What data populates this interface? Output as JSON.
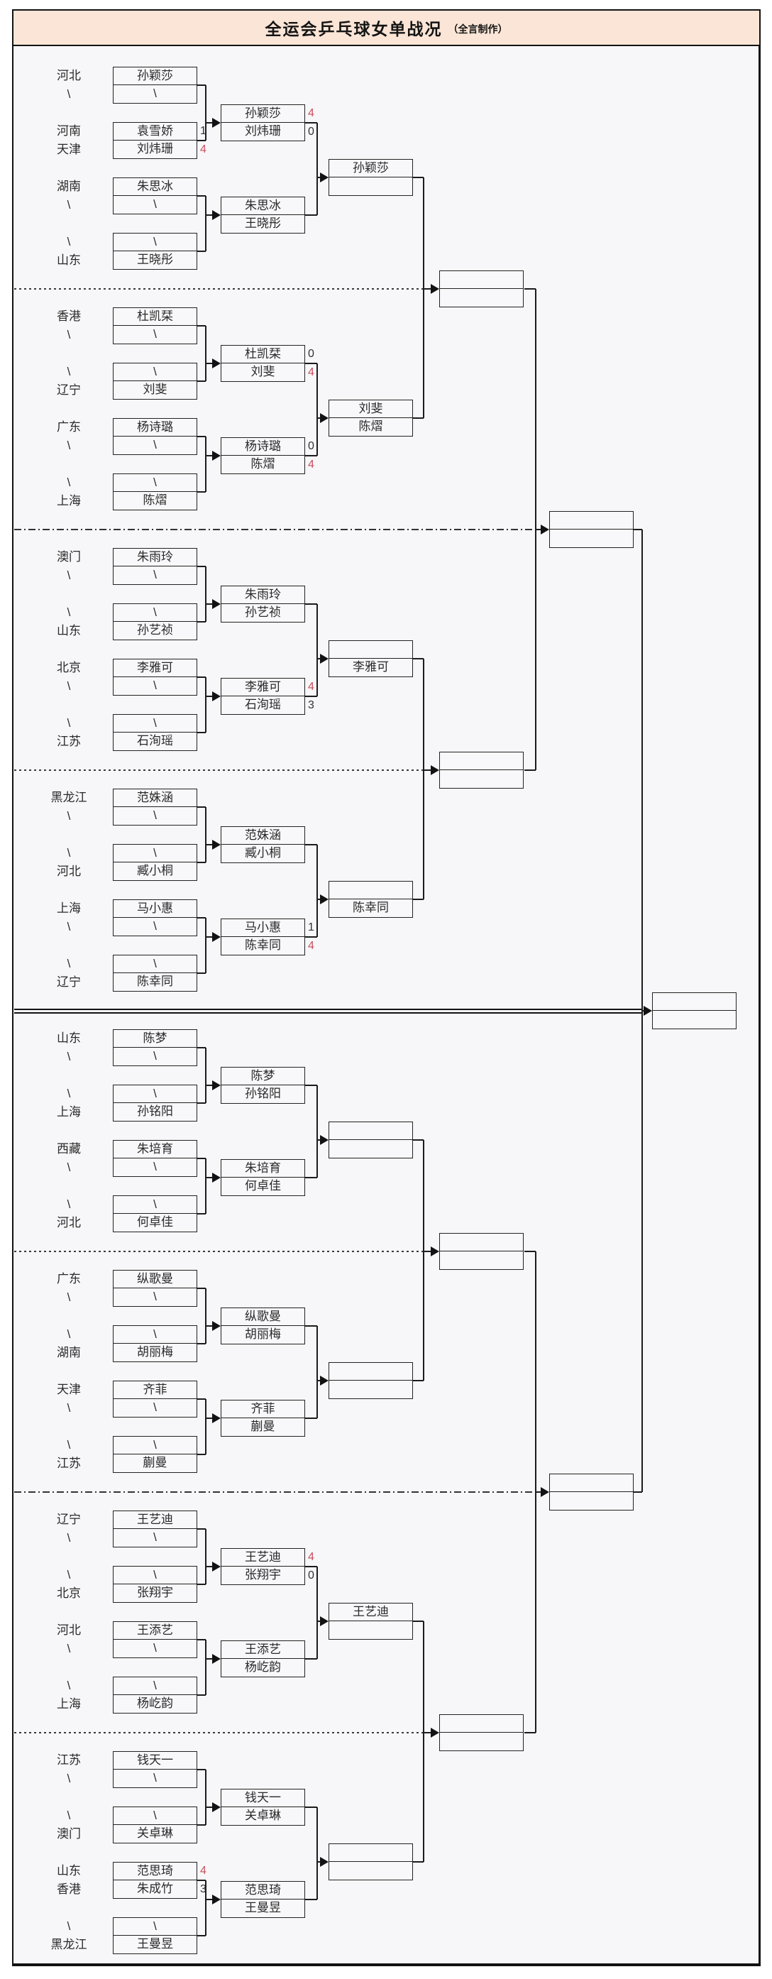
{
  "title": {
    "main": "全运会乒乓球女单战况",
    "credit": "（全言制作）"
  },
  "colors": {
    "page_background": "#ffffff",
    "chart_background": "#f7f6f8",
    "title_background": "#fbe5d6",
    "line": "#1c1c1c",
    "text": "#2a2a2a",
    "score_winner": "#c94f5d",
    "score_normal": "#333333"
  },
  "bracket": {
    "sections": [
      {
        "pairs": [
          {
            "labels": [
              "河北",
              "\\"
            ],
            "players": [
              "孙颖莎",
              "\\"
            ],
            "scores": [
              "",
              ""
            ],
            "win": -1
          },
          {
            "labels": [
              "河南",
              "天津"
            ],
            "players": [
              "袁雪娇",
              "刘炜珊"
            ],
            "scores": [
              "1",
              "4"
            ],
            "win": 1
          },
          {
            "labels": [
              "湖南",
              "\\"
            ],
            "players": [
              "朱思冰",
              "\\"
            ],
            "scores": [
              "",
              ""
            ],
            "win": -1
          },
          {
            "labels": [
              "\\",
              "山东"
            ],
            "players": [
              "\\",
              "王晓彤"
            ],
            "scores": [
              "",
              ""
            ],
            "win": -1
          }
        ],
        "round2": [
          {
            "players": [
              "孙颖莎",
              "刘炜珊"
            ],
            "scores": [
              "4",
              "0"
            ],
            "win": 0
          },
          {
            "players": [
              "朱思冰",
              "王晓彤"
            ],
            "scores": [
              "",
              ""
            ],
            "win": -1
          }
        ],
        "round3": {
          "players": [
            "孙颖莎",
            ""
          ]
        }
      },
      {
        "pairs": [
          {
            "labels": [
              "香港",
              "\\"
            ],
            "players": [
              "杜凯栞",
              "\\"
            ],
            "scores": [
              "",
              ""
            ],
            "win": -1
          },
          {
            "labels": [
              "\\",
              "辽宁"
            ],
            "players": [
              "\\",
              "刘斐"
            ],
            "scores": [
              "",
              ""
            ],
            "win": -1
          },
          {
            "labels": [
              "广东",
              "\\"
            ],
            "players": [
              "杨诗璐",
              "\\"
            ],
            "scores": [
              "",
              ""
            ],
            "win": -1
          },
          {
            "labels": [
              "\\",
              "上海"
            ],
            "players": [
              "\\",
              "陈熠"
            ],
            "scores": [
              "",
              ""
            ],
            "win": -1
          }
        ],
        "round2": [
          {
            "players": [
              "杜凯栞",
              "刘斐"
            ],
            "scores": [
              "0",
              "4"
            ],
            "win": 1
          },
          {
            "players": [
              "杨诗璐",
              "陈熠"
            ],
            "scores": [
              "0",
              "4"
            ],
            "win": 1
          }
        ],
        "round3": {
          "players": [
            "刘斐",
            "陈熠"
          ]
        }
      },
      {
        "pairs": [
          {
            "labels": [
              "澳门",
              "\\"
            ],
            "players": [
              "朱雨玲",
              "\\"
            ],
            "scores": [
              "",
              ""
            ],
            "win": -1
          },
          {
            "labels": [
              "\\",
              "山东"
            ],
            "players": [
              "\\",
              "孙艺祯"
            ],
            "scores": [
              "",
              ""
            ],
            "win": -1
          },
          {
            "labels": [
              "北京",
              "\\"
            ],
            "players": [
              "李雅可",
              "\\"
            ],
            "scores": [
              "",
              ""
            ],
            "win": -1
          },
          {
            "labels": [
              "\\",
              "江苏"
            ],
            "players": [
              "\\",
              "石洵瑶"
            ],
            "scores": [
              "",
              ""
            ],
            "win": -1
          }
        ],
        "round2": [
          {
            "players": [
              "朱雨玲",
              "孙艺祯"
            ],
            "scores": [
              "",
              ""
            ],
            "win": -1
          },
          {
            "players": [
              "李雅可",
              "石洵瑶"
            ],
            "scores": [
              "4",
              "3"
            ],
            "win": 0
          }
        ],
        "round3": {
          "players": [
            "",
            "李雅可"
          ]
        }
      },
      {
        "pairs": [
          {
            "labels": [
              "黑龙江",
              "\\"
            ],
            "players": [
              "范姝涵",
              "\\"
            ],
            "scores": [
              "",
              ""
            ],
            "win": -1
          },
          {
            "labels": [
              "\\",
              "河北"
            ],
            "players": [
              "\\",
              "臧小桐"
            ],
            "scores": [
              "",
              ""
            ],
            "win": -1
          },
          {
            "labels": [
              "上海",
              "\\"
            ],
            "players": [
              "马小惠",
              "\\"
            ],
            "scores": [
              "",
              ""
            ],
            "win": -1
          },
          {
            "labels": [
              "\\",
              "辽宁"
            ],
            "players": [
              "\\",
              "陈幸同"
            ],
            "scores": [
              "",
              ""
            ],
            "win": -1
          }
        ],
        "round2": [
          {
            "players": [
              "范姝涵",
              "臧小桐"
            ],
            "scores": [
              "",
              ""
            ],
            "win": -1
          },
          {
            "players": [
              "马小惠",
              "陈幸同"
            ],
            "scores": [
              "1",
              "4"
            ],
            "win": 1
          }
        ],
        "round3": {
          "players": [
            "",
            "陈幸同"
          ]
        }
      },
      {
        "pairs": [
          {
            "labels": [
              "山东",
              "\\"
            ],
            "players": [
              "陈梦",
              "\\"
            ],
            "scores": [
              "",
              ""
            ],
            "win": -1
          },
          {
            "labels": [
              "\\",
              "上海"
            ],
            "players": [
              "\\",
              "孙铭阳"
            ],
            "scores": [
              "",
              ""
            ],
            "win": -1
          },
          {
            "labels": [
              "西藏",
              "\\"
            ],
            "players": [
              "朱培育",
              "\\"
            ],
            "scores": [
              "",
              ""
            ],
            "win": -1
          },
          {
            "labels": [
              "\\",
              "河北"
            ],
            "players": [
              "\\",
              "何卓佳"
            ],
            "scores": [
              "",
              ""
            ],
            "win": -1
          }
        ],
        "round2": [
          {
            "players": [
              "陈梦",
              "孙铭阳"
            ],
            "scores": [
              "",
              ""
            ],
            "win": -1
          },
          {
            "players": [
              "朱培育",
              "何卓佳"
            ],
            "scores": [
              "",
              ""
            ],
            "win": -1
          }
        ],
        "round3": {
          "players": [
            "",
            ""
          ]
        }
      },
      {
        "pairs": [
          {
            "labels": [
              "广东",
              "\\"
            ],
            "players": [
              "纵歌曼",
              "\\"
            ],
            "scores": [
              "",
              ""
            ],
            "win": -1
          },
          {
            "labels": [
              "\\",
              "湖南"
            ],
            "players": [
              "\\",
              "胡丽梅"
            ],
            "scores": [
              "",
              ""
            ],
            "win": -1
          },
          {
            "labels": [
              "天津",
              "\\"
            ],
            "players": [
              "齐菲",
              "\\"
            ],
            "scores": [
              "",
              ""
            ],
            "win": -1
          },
          {
            "labels": [
              "\\",
              "江苏"
            ],
            "players": [
              "\\",
              "蒯曼"
            ],
            "scores": [
              "",
              ""
            ],
            "win": -1
          }
        ],
        "round2": [
          {
            "players": [
              "纵歌曼",
              "胡丽梅"
            ],
            "scores": [
              "",
              ""
            ],
            "win": -1
          },
          {
            "players": [
              "齐菲",
              "蒯曼"
            ],
            "scores": [
              "",
              ""
            ],
            "win": -1
          }
        ],
        "round3": {
          "players": [
            "",
            ""
          ]
        }
      },
      {
        "pairs": [
          {
            "labels": [
              "辽宁",
              "\\"
            ],
            "players": [
              "王艺迪",
              "\\"
            ],
            "scores": [
              "",
              ""
            ],
            "win": -1
          },
          {
            "labels": [
              "\\",
              "北京"
            ],
            "players": [
              "\\",
              "张翔宇"
            ],
            "scores": [
              "",
              ""
            ],
            "win": -1
          },
          {
            "labels": [
              "河北",
              "\\"
            ],
            "players": [
              "王添艺",
              "\\"
            ],
            "scores": [
              "",
              ""
            ],
            "win": -1
          },
          {
            "labels": [
              "\\",
              "上海"
            ],
            "players": [
              "\\",
              "杨屹韵"
            ],
            "scores": [
              "",
              ""
            ],
            "win": -1
          }
        ],
        "round2": [
          {
            "players": [
              "王艺迪",
              "张翔宇"
            ],
            "scores": [
              "4",
              "0"
            ],
            "win": 0
          },
          {
            "players": [
              "王添艺",
              "杨屹韵"
            ],
            "scores": [
              "",
              ""
            ],
            "win": -1
          }
        ],
        "round3": {
          "players": [
            "王艺迪",
            ""
          ]
        }
      },
      {
        "pairs": [
          {
            "labels": [
              "江苏",
              "\\"
            ],
            "players": [
              "钱天一",
              "\\"
            ],
            "scores": [
              "",
              ""
            ],
            "win": -1
          },
          {
            "labels": [
              "\\",
              "澳门"
            ],
            "players": [
              "\\",
              "关卓琳"
            ],
            "scores": [
              "",
              ""
            ],
            "win": -1
          },
          {
            "labels": [
              "山东",
              "香港"
            ],
            "players": [
              "范思琦",
              "朱成竹"
            ],
            "scores": [
              "4",
              "3"
            ],
            "win": 0
          },
          {
            "labels": [
              "\\",
              "黑龙江"
            ],
            "players": [
              "\\",
              "王曼昱"
            ],
            "scores": [
              "",
              ""
            ],
            "win": -1
          }
        ],
        "round2": [
          {
            "players": [
              "钱天一",
              "关卓琳"
            ],
            "scores": [
              "",
              ""
            ],
            "win": -1
          },
          {
            "players": [
              "范思琦",
              "王曼昱"
            ],
            "scores": [
              "",
              ""
            ],
            "win": -1
          }
        ],
        "round3": {
          "players": [
            "",
            ""
          ]
        }
      }
    ],
    "quarterfinals": [
      {
        "players": [
          "",
          ""
        ]
      },
      {
        "players": [
          "",
          ""
        ]
      },
      {
        "players": [
          "",
          ""
        ]
      },
      {
        "players": [
          "",
          ""
        ]
      }
    ],
    "semifinals": [
      {
        "players": [
          "",
          ""
        ]
      },
      {
        "players": [
          "",
          ""
        ]
      }
    ],
    "final": {
      "players": [
        "",
        ""
      ]
    }
  }
}
